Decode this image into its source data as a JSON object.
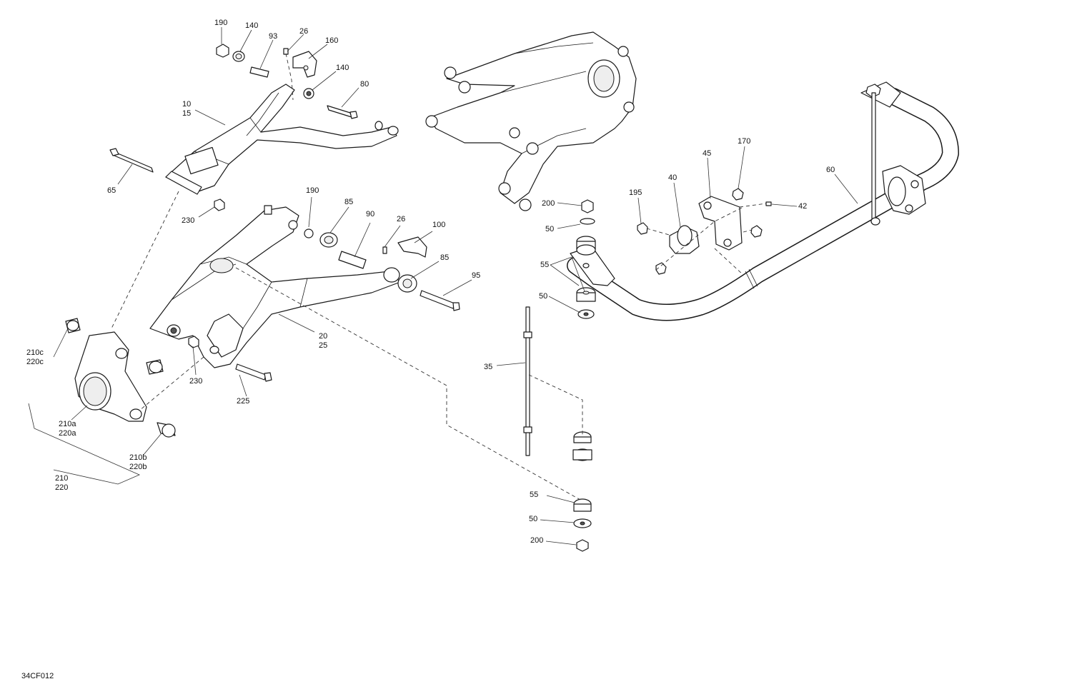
{
  "diagram": {
    "code": "34CF012",
    "callouts": {
      "c190a": "190",
      "c140a": "140",
      "c93": "93",
      "c26a": "26",
      "c160": "160",
      "c140b": "140",
      "c80": "80",
      "c10": "10",
      "c15": "15",
      "c65": "65",
      "c230a": "230",
      "c190b": "190",
      "c85a": "85",
      "c90": "90",
      "c26b": "26",
      "c100": "100",
      "c85b": "85",
      "c95": "95",
      "c20": "20",
      "c25": "25",
      "c230b": "230",
      "c225": "225",
      "c210c": "210c",
      "c220c": "220c",
      "c210a": "210a",
      "c220a": "220a",
      "c210b": "210b",
      "c220b": "220b",
      "c210": "210",
      "c220": "220",
      "c200a": "200",
      "c50a": "50",
      "c55a": "55",
      "c50b": "50",
      "c35": "35",
      "c55b": "55",
      "c50c": "50",
      "c200b": "200",
      "c195": "195",
      "c40": "40",
      "c45": "45",
      "c170": "170",
      "c42": "42",
      "c60": "60"
    }
  }
}
